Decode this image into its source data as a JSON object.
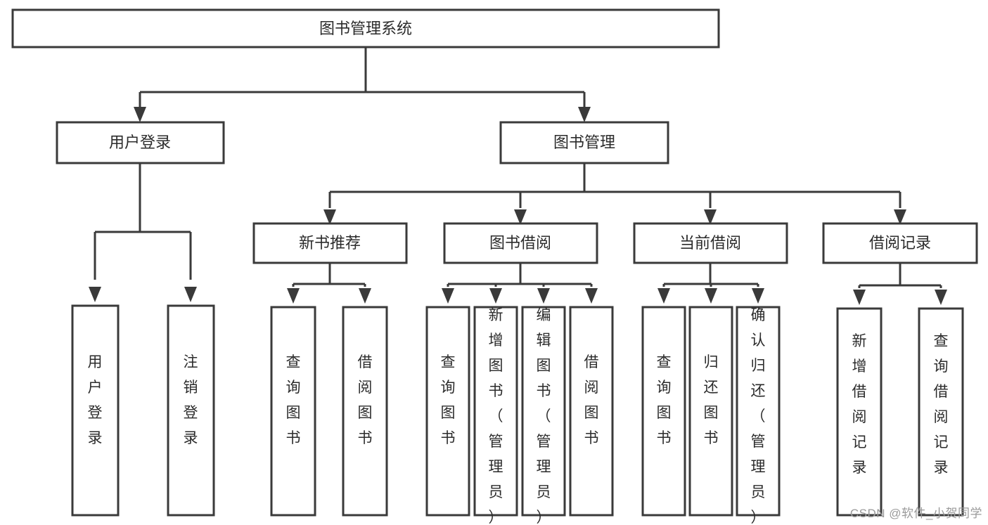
{
  "diagram": {
    "type": "tree-hierarchy",
    "orientation": "top-down",
    "title": "图书管理系统",
    "watermark": "CSDN @软件_小贺同学",
    "colors": {
      "background": "#ffffff",
      "box_fill": "#ffffff",
      "box_stroke": "#3a3a3a",
      "connector": "#3a3a3a",
      "text": "#2b2b2b",
      "watermark": "#9a9a9a"
    },
    "root": {
      "label": "图书管理系统",
      "orientation": "horizontal"
    },
    "level2": [
      {
        "label": "用户登录",
        "orientation": "horizontal"
      },
      {
        "label": "图书管理",
        "orientation": "horizontal"
      }
    ],
    "level3": [
      {
        "label": "新书推荐",
        "orientation": "horizontal"
      },
      {
        "label": "图书借阅",
        "orientation": "horizontal"
      },
      {
        "label": "当前借阅",
        "orientation": "horizontal"
      },
      {
        "label": "借阅记录",
        "orientation": "horizontal"
      }
    ],
    "leaves": {
      "user_login": [
        {
          "label": "用户登录",
          "orientation": "vertical"
        },
        {
          "label": "注销登录",
          "orientation": "vertical"
        }
      ],
      "new_book_recommend": [
        {
          "label": "查询图书",
          "orientation": "vertical"
        },
        {
          "label": "借阅图书",
          "orientation": "vertical"
        }
      ],
      "book_borrow": [
        {
          "label": "查询图书",
          "orientation": "vertical"
        },
        {
          "label": "新增图书（管理员）",
          "orientation": "vertical"
        },
        {
          "label": "编辑图书（管理员）",
          "orientation": "vertical"
        },
        {
          "label": "借阅图书",
          "orientation": "vertical"
        }
      ],
      "current_borrow": [
        {
          "label": "查询图书",
          "orientation": "vertical"
        },
        {
          "label": "归还图书",
          "orientation": "vertical"
        },
        {
          "label": "确认归还（管理员）",
          "orientation": "vertical"
        }
      ],
      "borrow_record": [
        {
          "label": "新增借阅记录",
          "orientation": "vertical"
        },
        {
          "label": "查询借阅记录",
          "orientation": "vertical"
        }
      ]
    }
  }
}
